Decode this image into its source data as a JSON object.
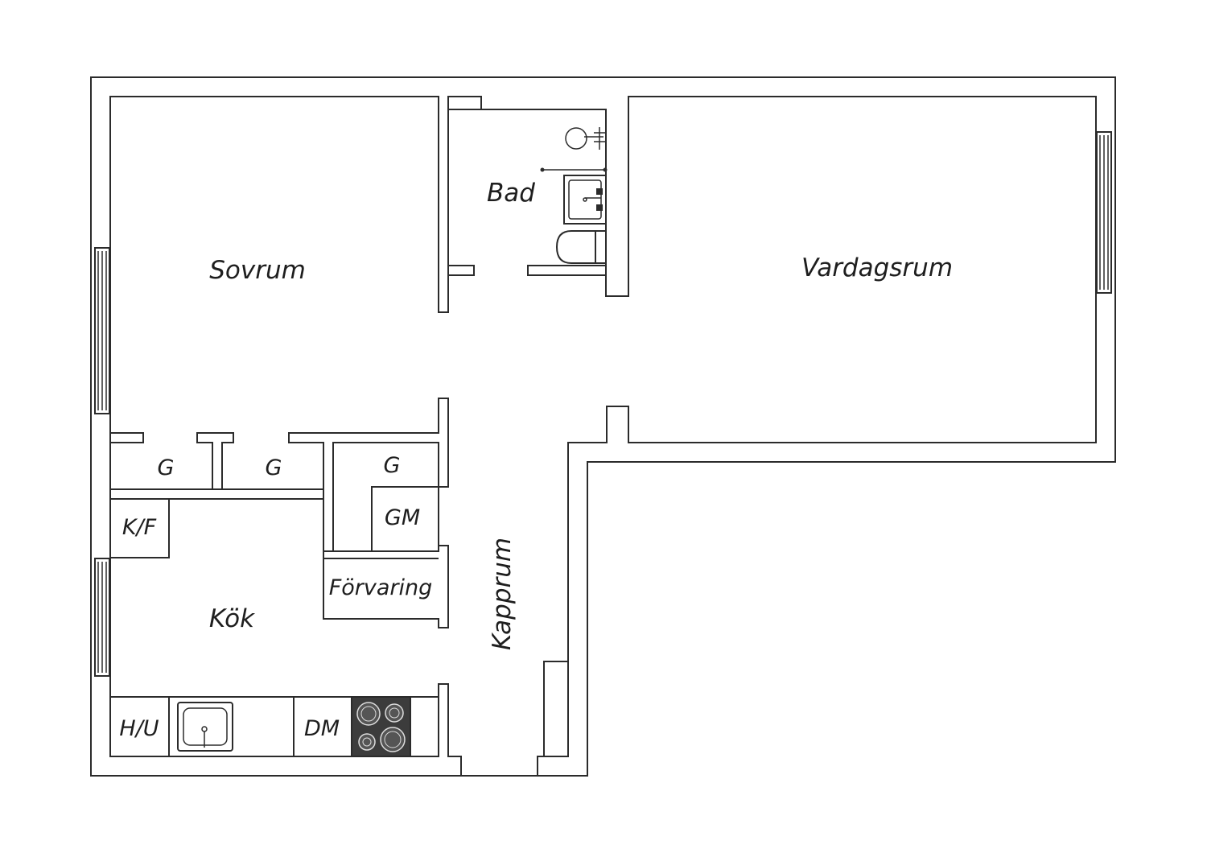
{
  "floor_plan": {
    "rooms": {
      "sovrum": "Sovrum",
      "bad": "Bad",
      "vardagsrum": "Vardagsrum",
      "kok": "Kök",
      "kapprum": "Kapprum",
      "forvaring": "Förvaring"
    },
    "fixtures": {
      "garderob_1": "G",
      "garderob_2": "G",
      "garderob_3": "G",
      "gm": "GM",
      "kf": "K/F",
      "hu": "H/U",
      "dm": "DM"
    }
  }
}
